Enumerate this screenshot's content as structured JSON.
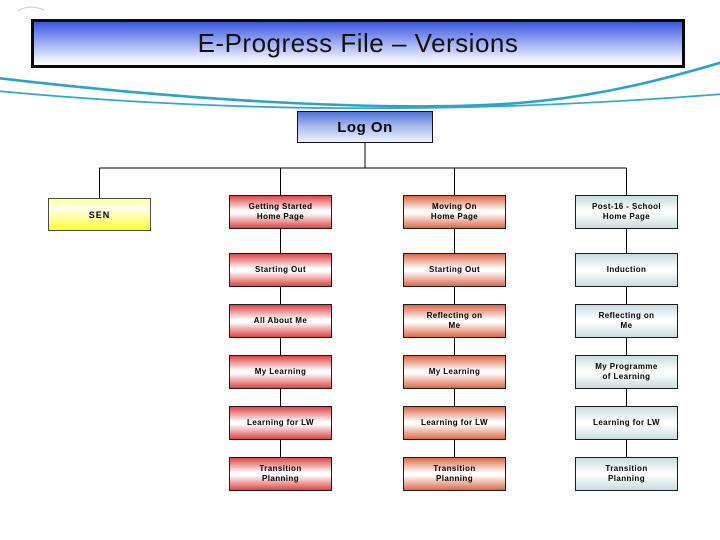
{
  "title": "E-Progress File – Versions",
  "logon": {
    "label": "Log On"
  },
  "sen": {
    "label": "SEN"
  },
  "columns": [
    {
      "name": "getting-started-version",
      "boxes": [
        "Getting Started\nHome Page",
        "Starting Out",
        "All About Me",
        "My Learning",
        "Learning for LW",
        "Transition\nPlanning"
      ]
    },
    {
      "name": "moving-on-version",
      "boxes": [
        "Moving On\nHome Page",
        "Starting Out",
        "Reflecting on\nMe",
        "My Learning",
        "Learning for LW",
        "Transition\nPlanning"
      ]
    },
    {
      "name": "post-16-school-version",
      "boxes": [
        "Post-16 - School\nHome Page",
        "Induction",
        "Reflecting on\nMe",
        "My Programme\nof Learning",
        "Learning for LW",
        "Transition\nPlanning"
      ]
    }
  ],
  "colors": {
    "title_top": "#3b57e0",
    "logon_top": "#4d74d8",
    "swoosh": "#2aa3c6",
    "col1_edge": "#dd4545",
    "col2_edge": "#dd6a4a",
    "col3_edge": "#c6dcdf",
    "sen_fill": "#ffff2e",
    "connector": "#000000"
  }
}
